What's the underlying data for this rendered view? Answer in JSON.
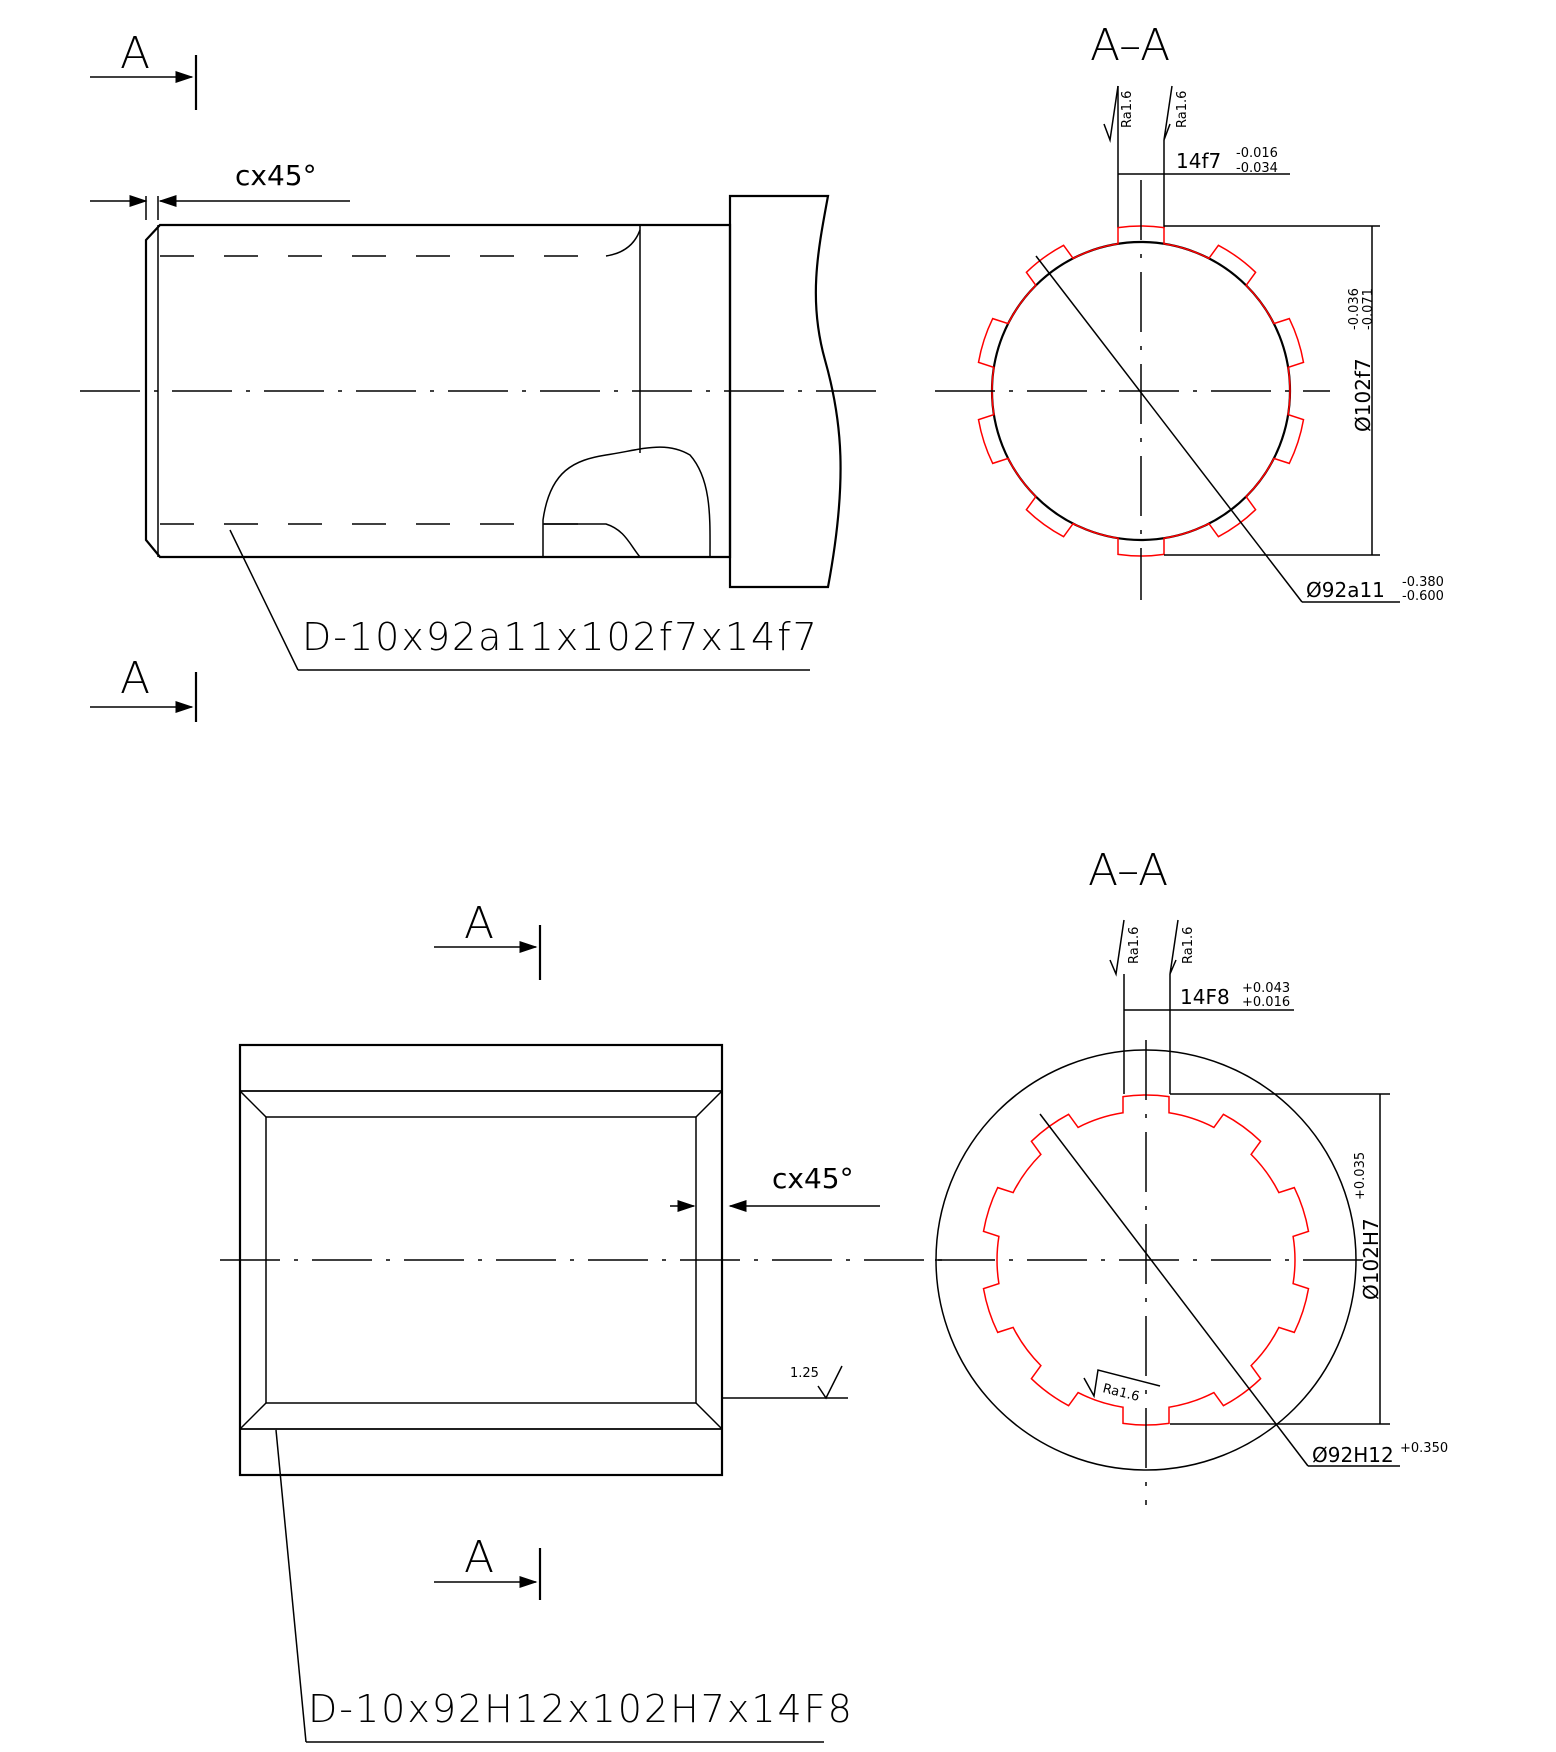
{
  "shaft": {
    "section_left_top": "A",
    "section_left_bottom": "A",
    "section_title": "A–A",
    "chamfer_label": "cx45°",
    "spline_designation": "D-10x92a11x102f7x14f7",
    "roughness_left": "Ra1.6",
    "roughness_right": "Ra1.6",
    "width_tol_base": "14f7",
    "width_tol_upper": "-0.016",
    "width_tol_lower": "-0.034",
    "major_dia_base": "Ø102f7",
    "major_dia_upper": "-0.036",
    "major_dia_lower": "-0.071",
    "minor_dia_base": "Ø92a11",
    "minor_dia_upper": "-0.380",
    "minor_dia_lower": "-0.600"
  },
  "hub": {
    "section_left_top": "A",
    "section_left_bottom": "A",
    "section_title": "A–A",
    "chamfer_label": "cx45°",
    "surface_roughness": "1.25",
    "spline_designation": "D-10x92H12x102H7x14F8",
    "roughness_left": "Ra1.6",
    "roughness_right": "Ra1.6",
    "roughness_inner": "Ra1.6",
    "width_tol_base": "14F8",
    "width_tol_upper": "+0.043",
    "width_tol_lower": "+0.016",
    "major_dia_base": "Ø102H7",
    "major_dia_upper": "+0.035",
    "minor_dia_base": "Ø92H12",
    "minor_dia_upper": "+0.350"
  },
  "colors": {
    "line": "#000000",
    "spline_profile": "#ff0000",
    "background": "#ffffff"
  }
}
